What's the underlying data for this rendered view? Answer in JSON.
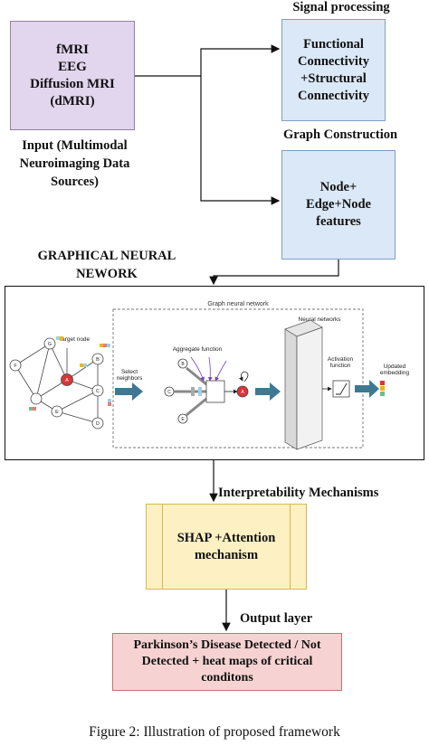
{
  "nodes": {
    "input_box": "fMRI\nEEG\nDiffusion MRI\n(dMRI)",
    "input_caption": "Input (Multimodal\nNeuroimaging Data\nSources)",
    "signal_title": "Signal processing",
    "signal_box": "Functional\nConnectivity\n+Structural\nConnectivity",
    "graph_title": "Graph Construction",
    "graph_box": "Node+\nEdge+Node\nfeatures",
    "gnn_title": "GRAPHICAL NEURAL\nNEWORK",
    "interp_title": "Interpretability Mechanisms",
    "shap_box": "SHAP +Attention\nmechanism",
    "output_title": "Output layer",
    "output_box": "Parkinson’s Disease Detected / Not\nDetected + heat maps of critical\nconditons"
  },
  "gnn_figure": {
    "panel_title": "Graph neural network",
    "target_node": "Target node",
    "select_neighbors": "Select\nneighbors",
    "aggregate_function": "Aggregate function",
    "neural_networks": "Neural networks",
    "activation_function": "Activation\nfunction",
    "updated_embedding": "Updated\nembedding",
    "node_labels": [
      "G",
      "F",
      "A",
      "B",
      "C",
      "E",
      "D",
      "B",
      "C",
      "E",
      "A"
    ]
  },
  "caption": "Figure 2: Illustration of proposed framework",
  "colors": {
    "input_fill": "#e2d5ee",
    "input_border": "#8f83a3",
    "blue_fill": "#dae8f7",
    "blue_border": "#7f9fc6",
    "yellow_fill": "#fdf0c2",
    "yellow_border": "#d9b651",
    "red_fill": "#f6d3d2",
    "red_border": "#c7706f",
    "target_node": "#d9363a",
    "arrow_teal": "#3f7892"
  }
}
